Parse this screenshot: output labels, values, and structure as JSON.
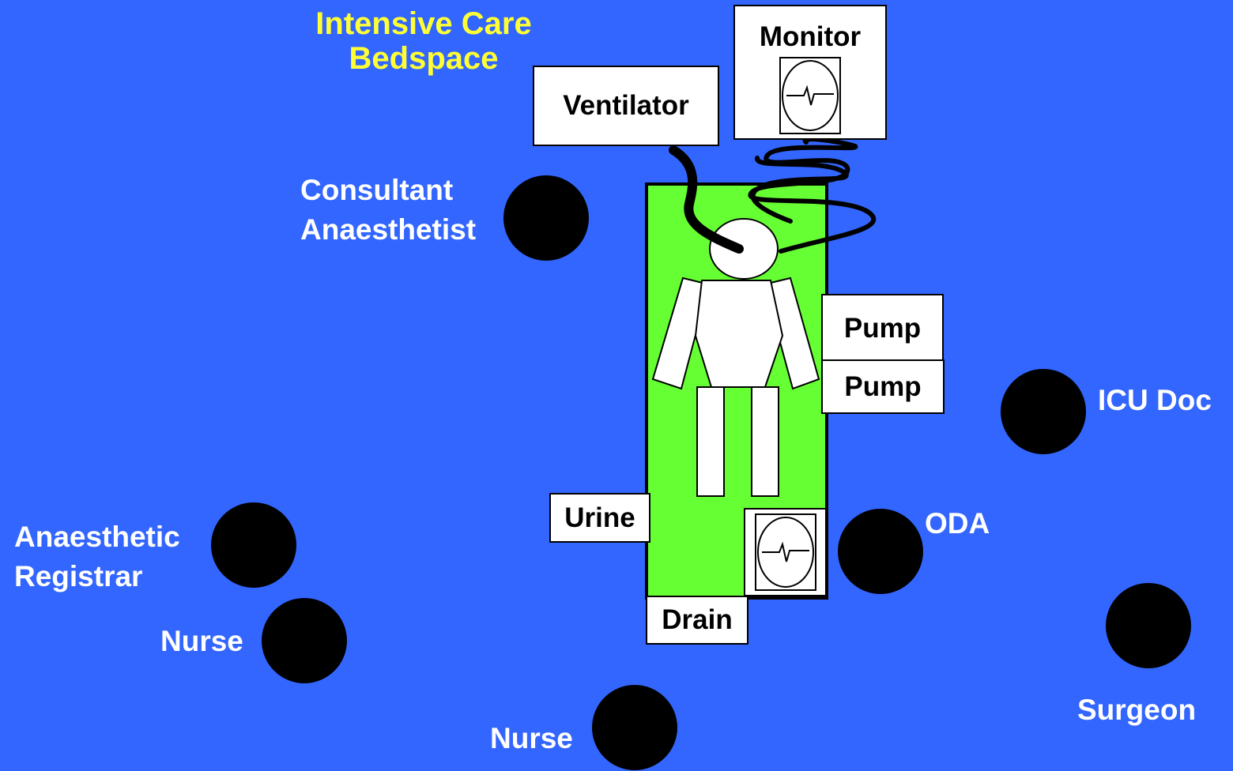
{
  "title": {
    "line1": "Intensive Care",
    "line2": "Bedspace"
  },
  "equipment": {
    "monitor": "Monitor",
    "ventilator": "Ventilator",
    "pump1": "Pump",
    "pump2": "Pump",
    "urine": "Urine",
    "drain": "Drain"
  },
  "people": {
    "consultant": {
      "line1": "Consultant",
      "line2": "Anaesthetist"
    },
    "icu_doc": "ICU Doc",
    "oda": "ODA",
    "registrar": {
      "line1": "Anaesthetic",
      "line2": "Registrar"
    },
    "nurse1": "Nurse",
    "nurse2": "Nurse",
    "surgeon": "Surgeon"
  },
  "colors": {
    "background": "#3366ff",
    "bed": "#66ff33",
    "title": "#ffff33",
    "label": "#ffffff",
    "staff": "#000000"
  }
}
